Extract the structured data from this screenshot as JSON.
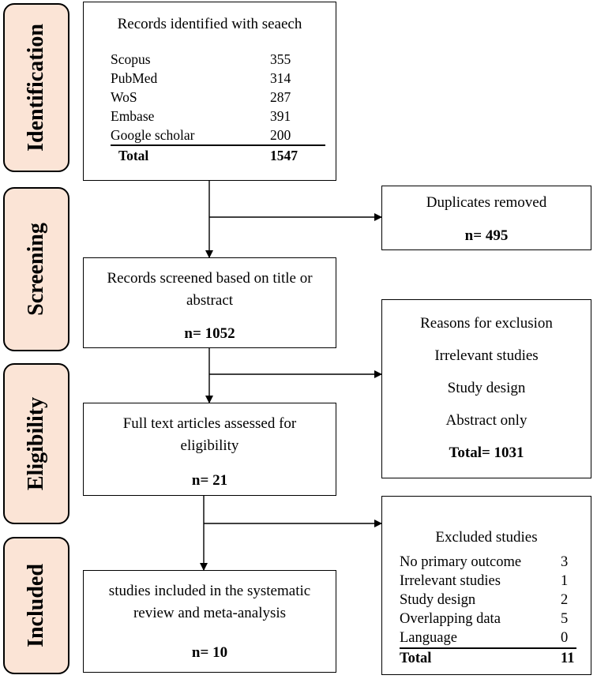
{
  "phases": {
    "identification": "Identification",
    "screening": "Screening",
    "eligibility": "Eligibility",
    "included": "Included"
  },
  "identified": {
    "title": "Records identified with seaech",
    "sources": [
      {
        "name": "Scopus",
        "count": "355"
      },
      {
        "name": "PubMed",
        "count": "314"
      },
      {
        "name": "WoS",
        "count": "287"
      },
      {
        "name": "Embase",
        "count": "391"
      },
      {
        "name": "Google scholar",
        "count": "200"
      }
    ],
    "total_label": "Total",
    "total_value": "1547"
  },
  "duplicates": {
    "title": "Duplicates removed",
    "count": "n= 495"
  },
  "screened": {
    "line1": "Records screened based on title or",
    "line2": "abstract",
    "count": "n= 1052"
  },
  "exclusion_reasons": {
    "title": "Reasons for exclusion",
    "items": [
      "Irrelevant studies",
      "Study design",
      "Abstract only"
    ],
    "total": "Total= 1031"
  },
  "fulltext": {
    "line1": "Full text articles assessed for",
    "line2": "eligibility",
    "count": "n= 21"
  },
  "excluded_studies": {
    "title": "Excluded studies",
    "rows": [
      {
        "reason": "No primary outcome",
        "count": "3"
      },
      {
        "reason": "Irrelevant studies",
        "count": "1"
      },
      {
        "reason": "Study design",
        "count": "2"
      },
      {
        "reason": "Overlapping data",
        "count": "5"
      },
      {
        "reason": "Language",
        "count": "0"
      }
    ],
    "total_label": "Total",
    "total_value": "11"
  },
  "included": {
    "line1": "studies included in the systematic",
    "line2": "review and meta-analysis",
    "count": "n= 10"
  }
}
